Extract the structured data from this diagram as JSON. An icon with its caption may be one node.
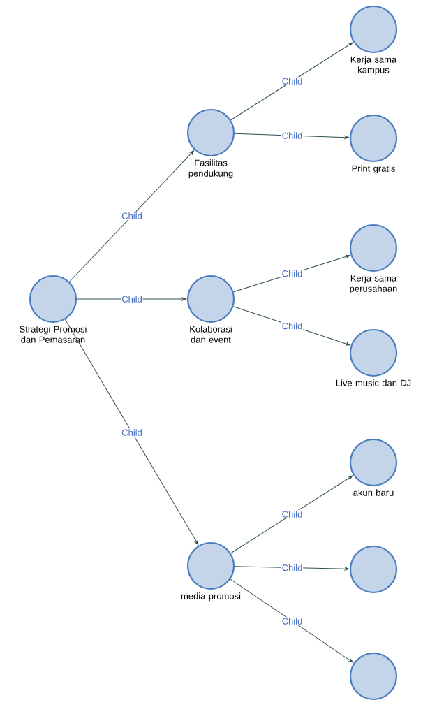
{
  "diagram": {
    "nodes": [
      {
        "text": [
          "Strategi Promosi dan Pemasaran"
        ]
      },
      {
        "text": [
          "Fasilitas pendukung"
        ]
      },
      {
        "text": [
          "Kolaborasi dan event"
        ]
      },
      {
        "text": [
          "media promosi"
        ]
      },
      {
        "text": [
          "Kerja sama kampus"
        ]
      },
      {
        "text": [
          "Print gratis"
        ]
      },
      {
        "text": [
          "Kerja sama perusahaan"
        ]
      },
      {
        "text": [
          "Live music dan DJ"
        ]
      },
      {
        "text": [
          "akun baru"
        ]
      },
      {
        "text": [],
        "shape": "circle"
      },
      {
        "text": [],
        "shape": "circle"
      }
    ],
    "edges": [
      {
        "from": 0,
        "to": 1,
        "arrow": "to",
        "label": "Child"
      },
      {
        "from": 0,
        "to": 2,
        "arrow": "to",
        "label": "Child"
      },
      {
        "from": 0,
        "to": 3,
        "arrow": "to",
        "label": "Child"
      },
      {
        "from": 1,
        "to": 4,
        "arrow": "to",
        "label": "Child"
      },
      {
        "from": 1,
        "to": 5,
        "arrow": "to",
        "label": "Child"
      },
      {
        "from": 2,
        "to": 6,
        "arrow": "to",
        "label": "Child"
      },
      {
        "from": 2,
        "to": 7,
        "arrow": "to",
        "label": "Child"
      },
      {
        "from": 3,
        "to": 8,
        "arrow": "to",
        "label": "Child"
      },
      {
        "from": 3,
        "to": 9,
        "arrow": "to",
        "label": "Child"
      },
      {
        "from": 3,
        "to": 10,
        "arrow": "to",
        "label": "Child"
      }
    ]
  }
}
